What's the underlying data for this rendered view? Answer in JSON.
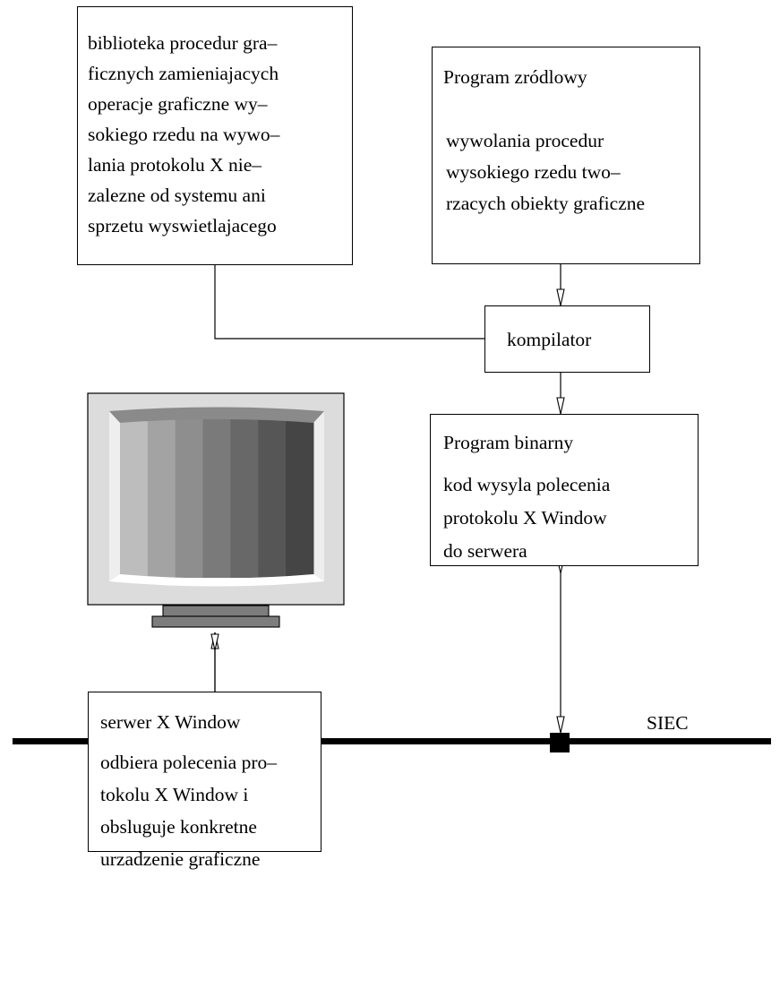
{
  "library_box": {
    "lines": [
      "biblioteka procedur gra–",
      "ficznych zamieniajacych",
      "operacje graficzne wy–",
      "sokiego rzedu na wywo–",
      "lania protokolu X nie–",
      "zalezne od systemu ani",
      "sprzetu wyswietlajacego"
    ]
  },
  "source_box": {
    "title": "Program zródlowy",
    "lines": [
      "wywolania procedur",
      "wysokiego rzedu two–",
      "rzacych obiekty graficzne"
    ]
  },
  "compiler_box": {
    "title": "kompilator"
  },
  "binary_box": {
    "title": "Program binarny",
    "lines": [
      "kod wysyla polecenia",
      "protokolu X Window",
      "do serwera"
    ]
  },
  "server_box": {
    "title": "serwer X Window",
    "lines": [
      "odbiera polecenia pro–",
      "tokolu X Window i",
      "obsluguje konkretne",
      "urzadzenie graficzne"
    ]
  },
  "network": {
    "label": "SIEC"
  },
  "monitor": {
    "icon": "monitor-icon",
    "stripe_colors": [
      "#bdbdbd",
      "#a3a3a3",
      "#8e8e8e",
      "#7a7a7a",
      "#686868",
      "#565656",
      "#454545"
    ]
  }
}
